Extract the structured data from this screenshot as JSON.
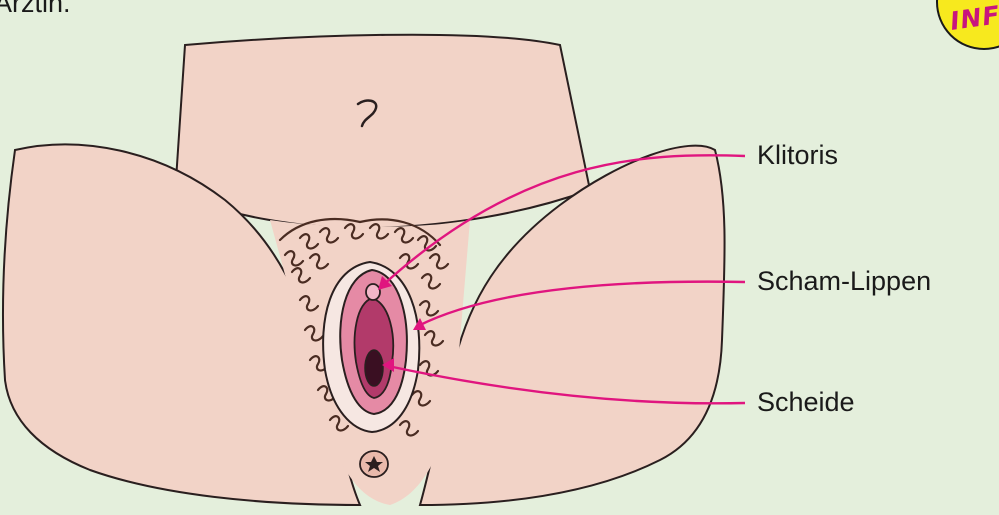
{
  "intro_text": "Ärztin.",
  "badge": {
    "text": "INFO",
    "color": "#f7e91e",
    "text_color": "#c8157e"
  },
  "colors": {
    "background": "#e4efdc",
    "skin": "#f2d3c7",
    "outline": "#2a1f1f",
    "pointer": "#e0157f",
    "labia": "#e58aa5"
  },
  "labels": {
    "klitoris": "Klitoris",
    "scham_lippen": "Scham-Lippen",
    "scheide": "Scheide"
  }
}
